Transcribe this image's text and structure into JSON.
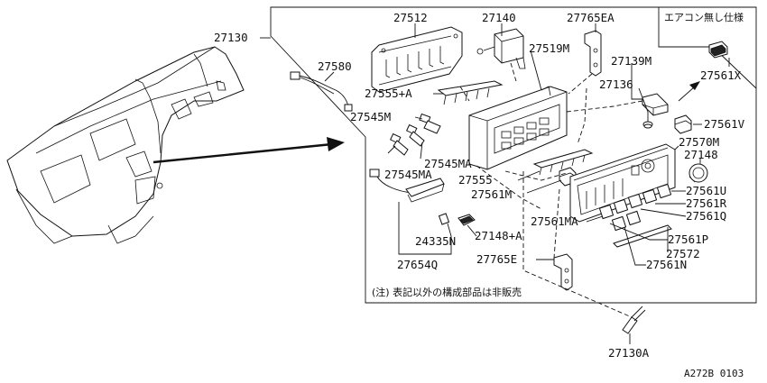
{
  "callouts": {
    "p27130": "27130",
    "p27512": "27512",
    "p27140": "27140",
    "p27765EA": "27765EA",
    "p27580": "27580",
    "p27519M": "27519M",
    "p27139M": "27139M",
    "p27555A": "27555+A",
    "p27136": "27136",
    "p27545M": "27545M",
    "p27561V": "27561V",
    "p27570M": "27570M",
    "p27148": "27148",
    "p27545MA_1": "27545MA",
    "p27545MA_2": "27545MA",
    "p27555": "27555",
    "p27561U": "27561U",
    "p27561M": "27561M",
    "p27561R": "27561R",
    "p27561Q": "27561Q",
    "p27561MA": "27561MA",
    "p24335N": "24335N",
    "p27148A": "27148+A",
    "p27561P": "27561P",
    "p27572": "27572",
    "p27654Q": "27654Q",
    "p27765E": "27765E",
    "p27561N": "27561N",
    "p27561X": "27561X",
    "p27130A": "27130A"
  },
  "inset_label": "エアコン無し仕様",
  "note": "(注) 表記以外の構成部品は非販売",
  "diagram_code": "A272B 0103"
}
